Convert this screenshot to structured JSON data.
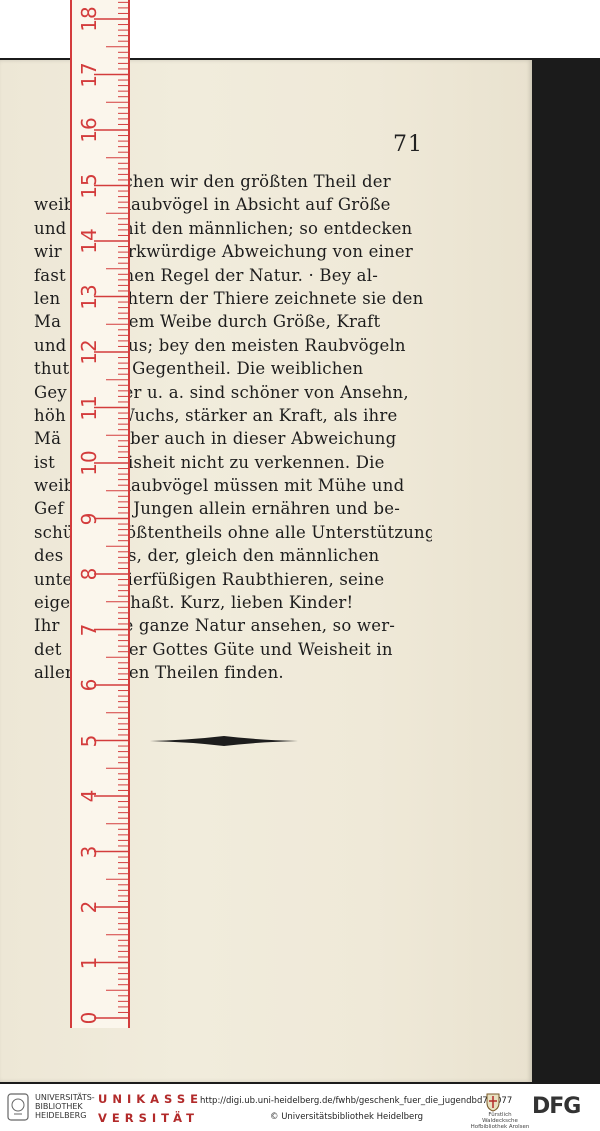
{
  "page": {
    "number": "71",
    "lines": [
      {
        "left": "",
        "right": "ichen wir den größten Theil der"
      },
      {
        "left": "weib",
        "right": "Raubvögel in Absicht auf Größe"
      },
      {
        "left": "und",
        "right": "mit den männlichen; so entdecken"
      },
      {
        "left": "wir",
        "right": "erkwürdige Abweichung von einer"
      },
      {
        "left": "fast",
        "right": "inen Regel der Natur. · Bey al-"
      },
      {
        "left": "len",
        "right": "chtern der Thiere zeichnete sie den"
      },
      {
        "left": "Ma",
        "right": "dem Weibe durch Größe, Kraft"
      },
      {
        "left": "und",
        "right": "aus; bey den meisten Raubvögeln"
      },
      {
        "left": "thut",
        "right": "s Gegentheil. Die weiblichen"
      },
      {
        "left": "Gey",
        "right": "ler u. a. sind schöner von Ansehn,"
      },
      {
        "left": "höh",
        "right": "Wuchs, stärker an Kraft, als ihre"
      },
      {
        "left": "Mä",
        "right": "Aber auch in dieser Abweichung"
      },
      {
        "left": "ist",
        "right": "eisheit nicht zu verkennen. Die"
      },
      {
        "left": "weib",
        "right": "Raubvögel müssen mit Mühe und"
      },
      {
        "left": "Gef",
        "right": "e Jungen allein ernähren und be-"
      },
      {
        "left": "schü",
        "right": "rößtentheils ohne alle Unterstützung"
      },
      {
        "left": "des",
        "right": "es, der, gleich den männlichen"
      },
      {
        "left": "unte",
        "right": "vierfüßigen Raubthieren, seine"
      },
      {
        "left": "eige",
        "right": "t haßt. Kurz, lieben Kinder!"
      },
      {
        "left": "Ihr",
        "right": "ie ganze Natur ansehen, so wer-"
      },
      {
        "left": "det",
        "right": "ner Gottes Güte und Weisheit in"
      },
      {
        "left": "aller",
        "right": "nen Theilen finden."
      }
    ]
  },
  "ruler": {
    "labels": [
      "18",
      "17",
      "16",
      "15",
      "14",
      "13",
      "12",
      "11",
      "10",
      "9",
      "8",
      "7",
      "6",
      "5",
      "4",
      "3",
      "2",
      "1",
      "0"
    ],
    "color": "#d33c3c"
  },
  "footer": {
    "uni_name": [
      "UNIVERSITÄTS-",
      "BIBLIOTHEK",
      "HEIDELBERG"
    ],
    "unikasse_top": "UNIKASSE",
    "unikasse_bottom": "VERSITÄT",
    "url": "http://digi.ub.uni-heidelberg.de/fwhb/geschenk_fuer_die_jugendbd7/0077",
    "copyright": "© Universitätsbibliothek Heidelberg",
    "arolsen": [
      "Fürstlich Waldecksche",
      "Hofbibliothek Arolsen"
    ],
    "dfg": "DFG"
  }
}
